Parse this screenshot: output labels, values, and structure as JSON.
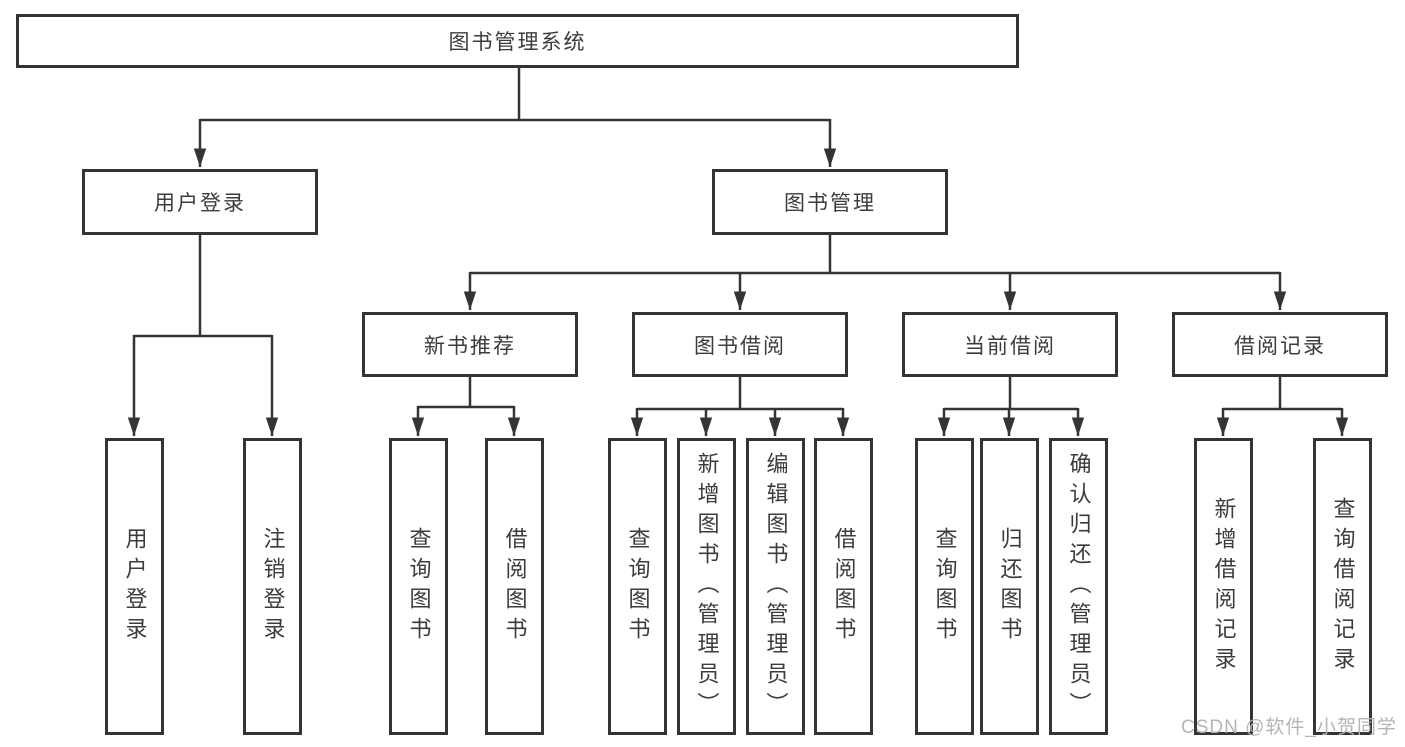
{
  "tree": {
    "root": {
      "label": "图书管理系统"
    },
    "level2": [
      {
        "label": "用户登录"
      },
      {
        "label": "图书管理"
      }
    ],
    "level3": [
      {
        "label": "新书推荐"
      },
      {
        "label": "图书借阅"
      },
      {
        "label": "当前借阅"
      },
      {
        "label": "借阅记录"
      }
    ],
    "leaves": {
      "user_login": [
        {
          "label": "用户登录"
        },
        {
          "label": "注销登录"
        }
      ],
      "new_book_rec": [
        {
          "label": "查询图书"
        },
        {
          "label": "借阅图书"
        }
      ],
      "book_borrow": [
        {
          "label": "查询图书"
        },
        {
          "label": "新增图书（管理员）"
        },
        {
          "label": "编辑图书（管理员）"
        },
        {
          "label": "借阅图书"
        }
      ],
      "current_borrow": [
        {
          "label": "查询图书"
        },
        {
          "label": "归还图书"
        },
        {
          "label": "确认归还（管理员）"
        }
      ],
      "borrow_record": [
        {
          "label": "新增借阅记录"
        },
        {
          "label": "查询借阅记录"
        }
      ]
    }
  },
  "watermark": {
    "text": "CSDN @软件_小贺同学"
  },
  "colors": {
    "line": "#343434",
    "box_border": "#343434",
    "text": "#3a3c40",
    "watermark": "#b2b5b9",
    "background": "#ffffff"
  }
}
